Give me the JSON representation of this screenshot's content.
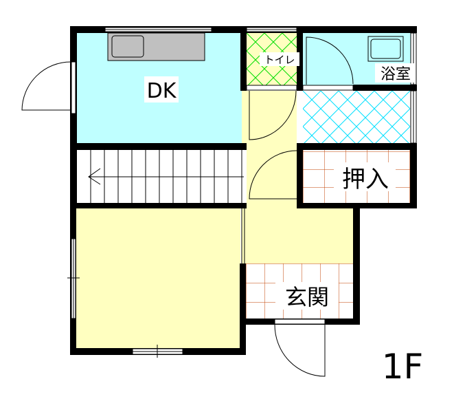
{
  "floor_label": "1F",
  "rooms": {
    "dk": "DK",
    "toilet": "トイレ",
    "bath": "浴室",
    "closet": "押入",
    "entrance": "玄関"
  },
  "colors": {
    "wall": "#000000",
    "dk_fill": "#bfffff",
    "room_fill": "#ffffc0",
    "sink": "#c0c0c0",
    "toilet_grid": "#00dd00",
    "wash_grid": "#00e0ff",
    "tile_grid": "#c04000"
  }
}
